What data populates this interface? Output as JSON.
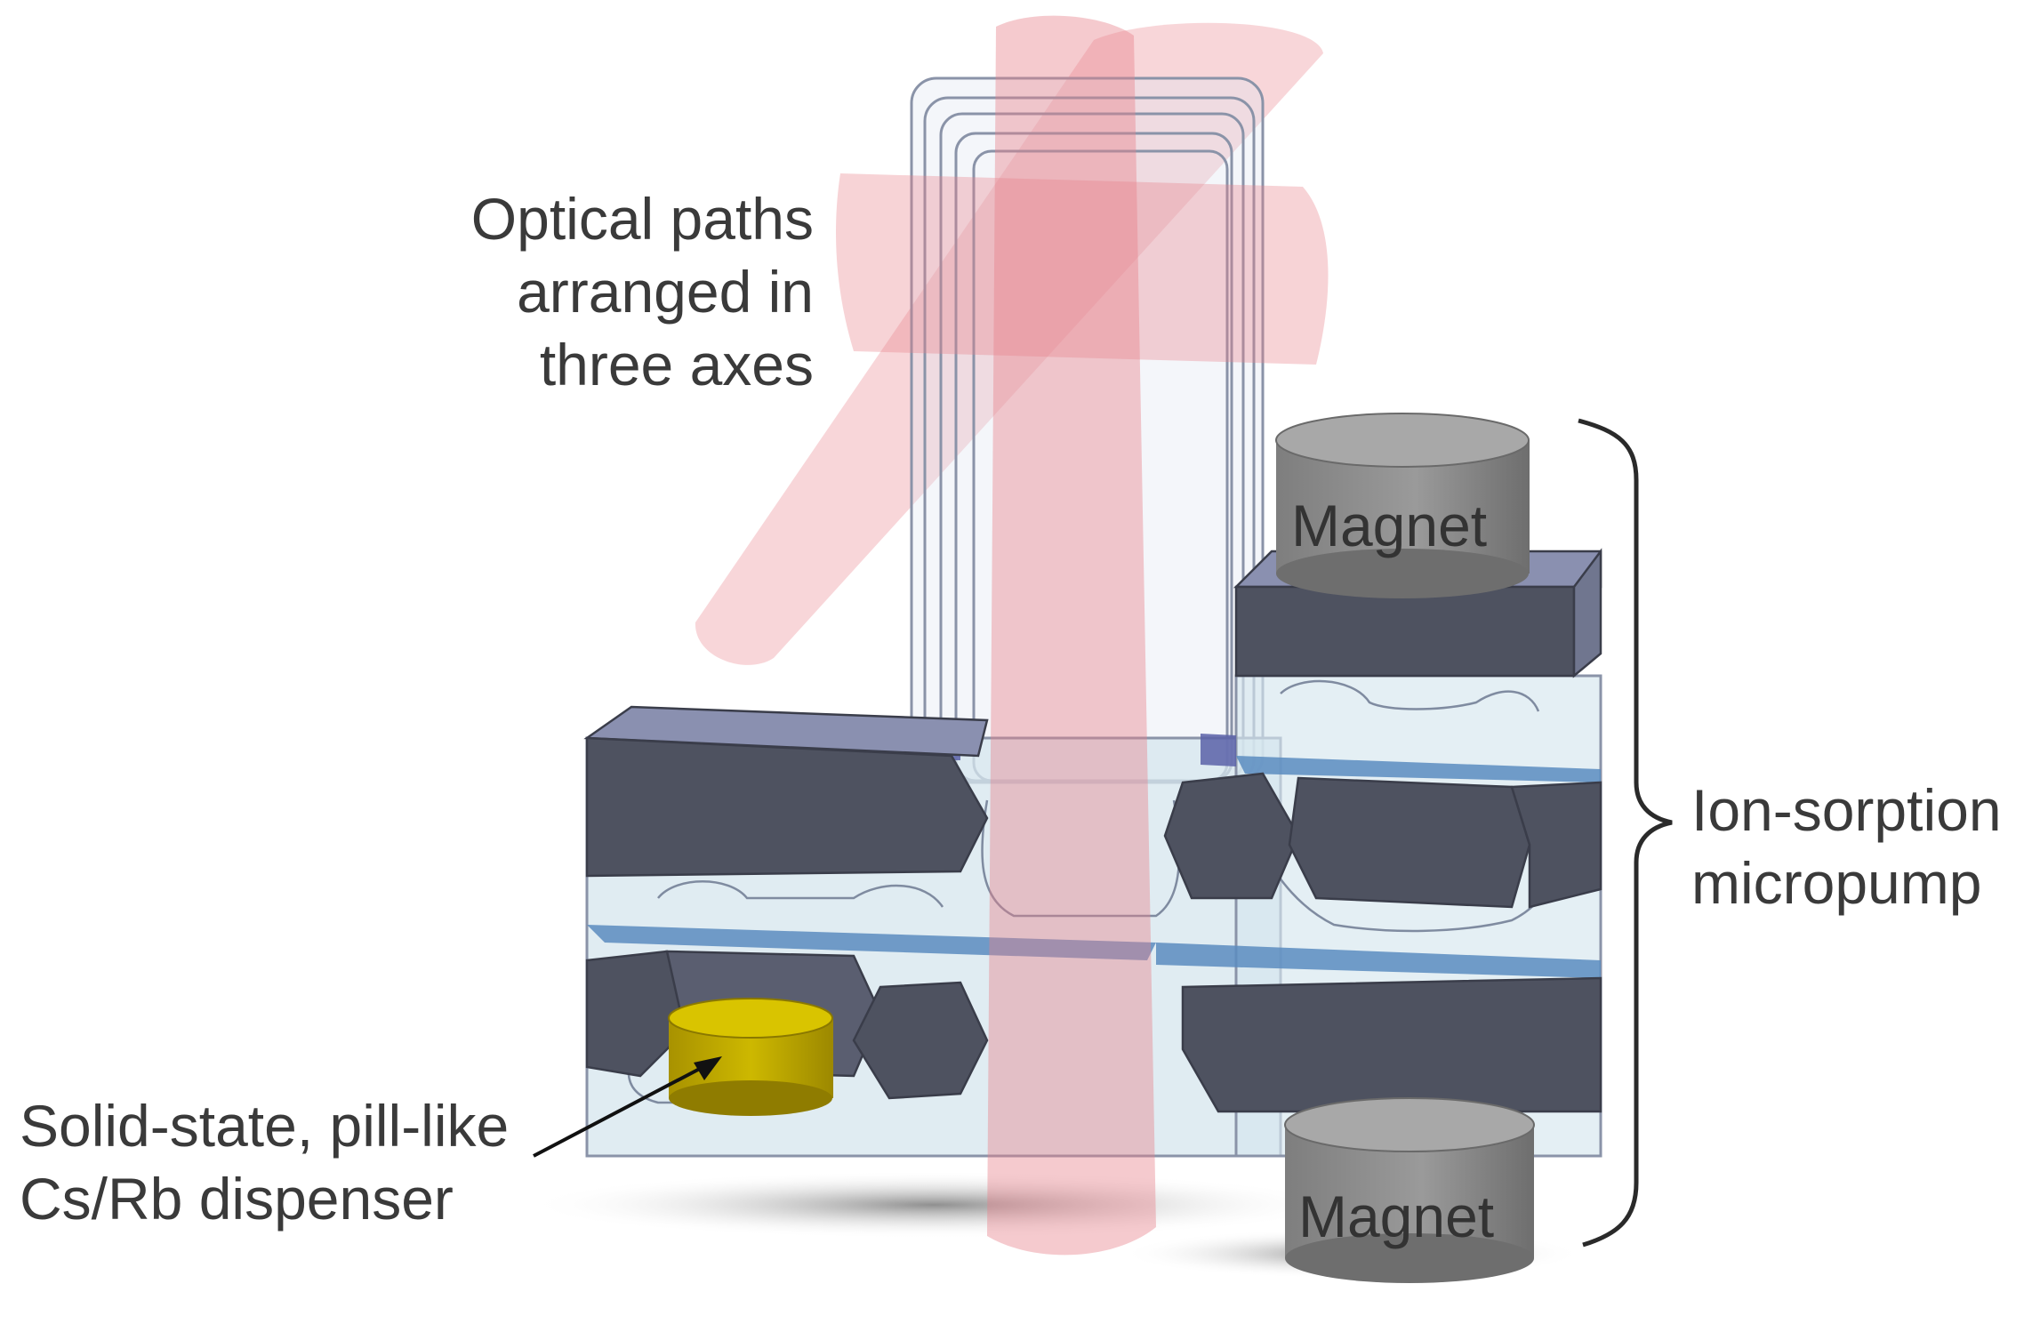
{
  "labels": {
    "optical_paths": [
      "Optical paths",
      "arranged in",
      "three axes"
    ],
    "pump": [
      "Ion-sorption",
      "micropump"
    ],
    "dispenser": [
      "Solid-state, pill-like",
      "Cs/Rb dispenser"
    ],
    "magnet_top": "Magnet",
    "magnet_bottom": "Magnet"
  },
  "colors": {
    "laser_beam": "#e8818a",
    "dark_block": "#4e5260",
    "block_top": "#8a90b0",
    "glass": "#d6e6ee",
    "glass_edge": "#8a93a8",
    "magnet": "#8c8c8c",
    "dispenser": "#c8b400",
    "blue_plate": "#5a8cc0",
    "text": "#3a3a3a"
  }
}
